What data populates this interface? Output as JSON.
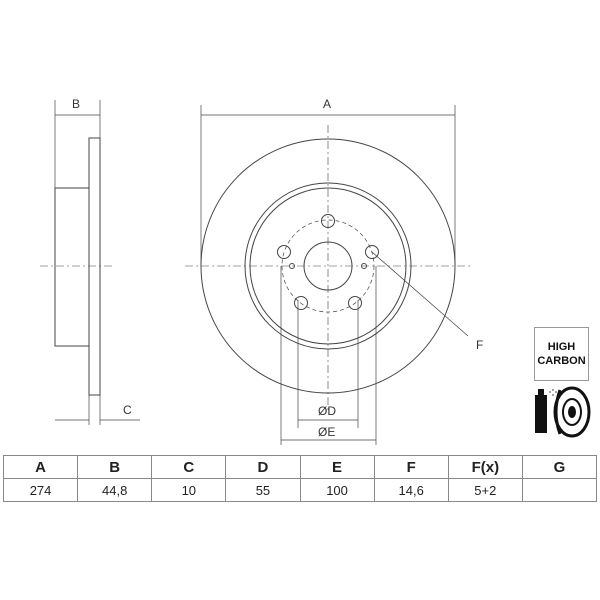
{
  "drawing": {
    "labels": {
      "A": "A",
      "B": "B",
      "C": "C",
      "D": "ØD",
      "E": "ØE",
      "F": "F"
    }
  },
  "badge": {
    "line1": "HIGH",
    "line2": "CARBON"
  },
  "table": {
    "headers": [
      "A",
      "B",
      "C",
      "D",
      "E",
      "F",
      "F(x)",
      "G"
    ],
    "values": [
      "274",
      "44,8",
      "10",
      "55",
      "100",
      "14,6",
      "5+2",
      ""
    ]
  }
}
